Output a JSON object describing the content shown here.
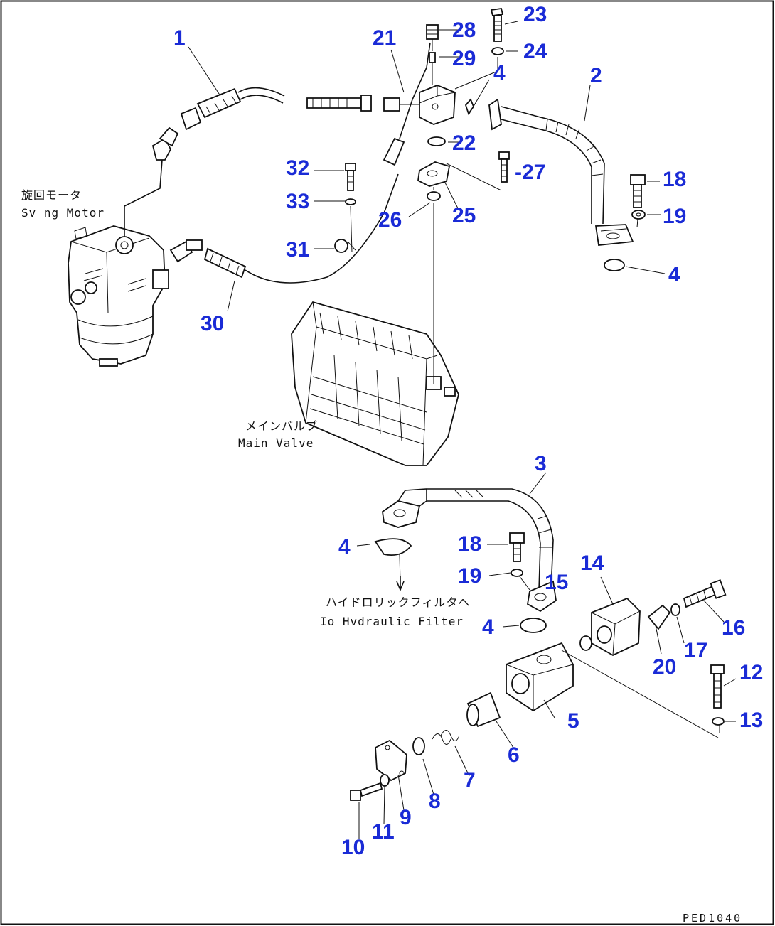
{
  "callouts": {
    "c1": "1",
    "c2": "2",
    "c3": "3",
    "c4a": "4",
    "c4b": "4",
    "c4c": "4",
    "c4d": "4",
    "c5": "5",
    "c6": "6",
    "c7": "7",
    "c8": "8",
    "c9": "9",
    "c10": "10",
    "c11": "11",
    "c12": "12",
    "c13": "13",
    "c14": "14",
    "c15": "15",
    "c16": "16",
    "c17": "17",
    "c18a": "18",
    "c18b": "18",
    "c19a": "19",
    "c19b": "19",
    "c20": "20",
    "c21": "21",
    "c22": "22",
    "c23": "23",
    "c24": "24",
    "c25": "25",
    "c26": "26",
    "c27": "-27",
    "c28": "28",
    "c29": "29",
    "c30": "30",
    "c31": "31",
    "c32": "32",
    "c33": "33"
  },
  "labels": {
    "swing_motor_jp": "旋回モータ",
    "swing_motor_en": "Sv ng Motor",
    "main_valve_jp": "メインバルブ",
    "main_valve_en": "Main Valve",
    "hydraulic_filter_jp": "ハイドロリックフィルタヘ",
    "hydraulic_filter_en": "Io Hvdraulic Filter"
  },
  "drawing_id": "PED1040"
}
